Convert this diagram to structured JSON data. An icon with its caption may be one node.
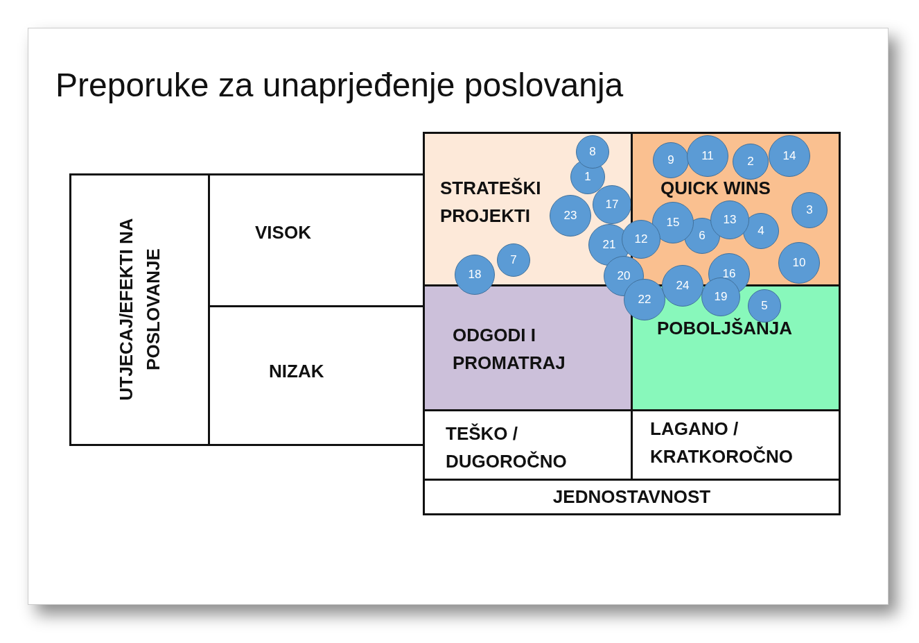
{
  "diagram": {
    "title": "Preporuke za unaprjeđenje poslovanja",
    "nodes": [
      {
        "text": [
          "UTJECAJ/EFEKTI NA POSLOVANJE"
        ]
      },
      {
        "text": [
          "VISOK"
        ]
      },
      {
        "text": [
          "STRATEŠKI PROJEKTI"
        ]
      },
      {
        "text": [
          "QUICK WINS"
        ]
      },
      {
        "text": [
          "NIZAK"
        ]
      },
      {
        "text": [
          "ODGODI I PROMATRAJ"
        ]
      },
      {
        "text": [
          "POBOLJŠANJA"
        ]
      },
      {
        "text": [
          "TEŠKO / DUGOROČNO"
        ]
      },
      {
        "text": [
          "LAGANO / KRATKOROČNO"
        ]
      },
      {
        "text": [
          "JEDNOSTAVNOST"
        ]
      },
      {
        "text": [
          "1"
        ],
        "in": 2
      },
      {
        "text": [
          "2"
        ],
        "in": 3
      },
      {
        "text": [
          "3"
        ],
        "in": 3
      },
      {
        "text": [
          "4"
        ],
        "in": 3
      },
      {
        "text": [
          "5"
        ],
        "in": 6
      },
      {
        "text": [
          "6"
        ],
        "in": 3
      },
      {
        "text": [
          "7"
        ],
        "in": 2
      },
      {
        "text": [
          "8"
        ],
        "in": 2
      },
      {
        "text": [
          "9"
        ],
        "in": 3
      },
      {
        "text": [
          "10"
        ],
        "in": 3
      },
      {
        "text": [
          "11"
        ],
        "in": 3
      },
      {
        "text": [
          "12"
        ]
      },
      {
        "text": [
          "13"
        ],
        "in": 3
      },
      {
        "text": [
          "14"
        ],
        "in": 3
      },
      {
        "text": [
          "15"
        ],
        "in": 3
      },
      {
        "text": [
          "16"
        ]
      },
      {
        "text": [
          "17"
        ],
        "in": 2
      },
      {
        "text": [
          "18"
        ]
      },
      {
        "text": [
          "19"
        ]
      },
      {
        "text": [
          "20"
        ]
      },
      {
        "text": [
          "21"
        ],
        "in": 2
      },
      {
        "text": [
          "22"
        ]
      },
      {
        "text": [
          "23"
        ],
        "in": 2
      },
      {
        "text": [
          "24"
        ]
      }
    ]
  }
}
